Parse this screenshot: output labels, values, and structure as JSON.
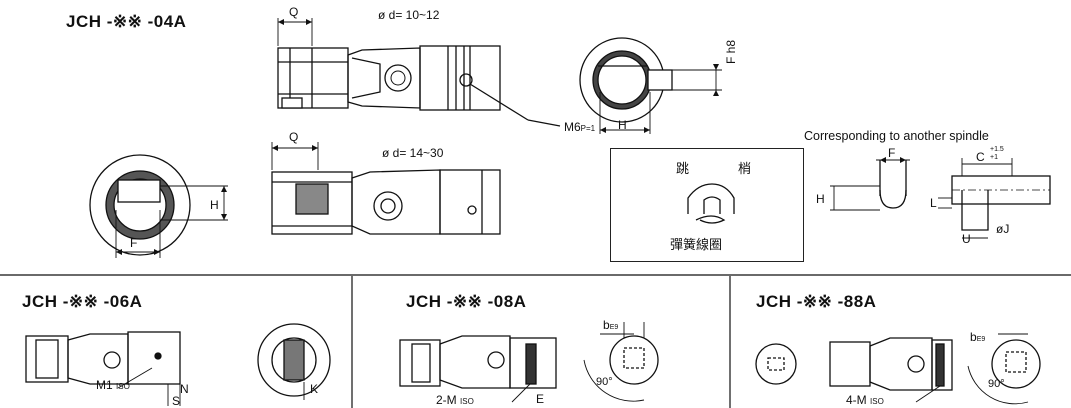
{
  "model_04a": {
    "title": "JCH -※※ -04A",
    "dim_q": "Q",
    "bore_range_small": "ø d= 10~12",
    "bore_range_large": "ø d= 14~30",
    "dim_h": "H",
    "dim_f": "F",
    "dim_f_tol": "F h8",
    "screw_label": "M6",
    "screw_pitch": "P=1"
  },
  "spindle": {
    "caption": "Corresponding to another spindle",
    "dim_f": "F",
    "dim_c": "C",
    "dim_c_tol_upper": "+1.5",
    "dim_c_tol_lower": "+1",
    "dim_h": "H",
    "dim_l": "L",
    "dim_u": "U",
    "dim_j": "øJ"
  },
  "pin_box": {
    "title_left": "跳",
    "title_right": "梢",
    "caption": "彈簧線圈"
  },
  "model_06a": {
    "title": "JCH -※※ -06A",
    "screw_label": "M1",
    "screw_std": "ISO",
    "dim_n": "N",
    "dim_s": "S",
    "dim_k": "K"
  },
  "model_08a": {
    "title": "JCH -※※ -08A",
    "screw_label": "2-M",
    "screw_std": "ISO",
    "dim_e": "E",
    "key_label": "b",
    "key_tol": "E9",
    "angle": "90°"
  },
  "model_88a": {
    "title": "JCH -※※ -88A",
    "screw_label": "4-M",
    "screw_std": "ISO",
    "key_label": "b",
    "key_tol": "E9",
    "angle": "90°"
  }
}
